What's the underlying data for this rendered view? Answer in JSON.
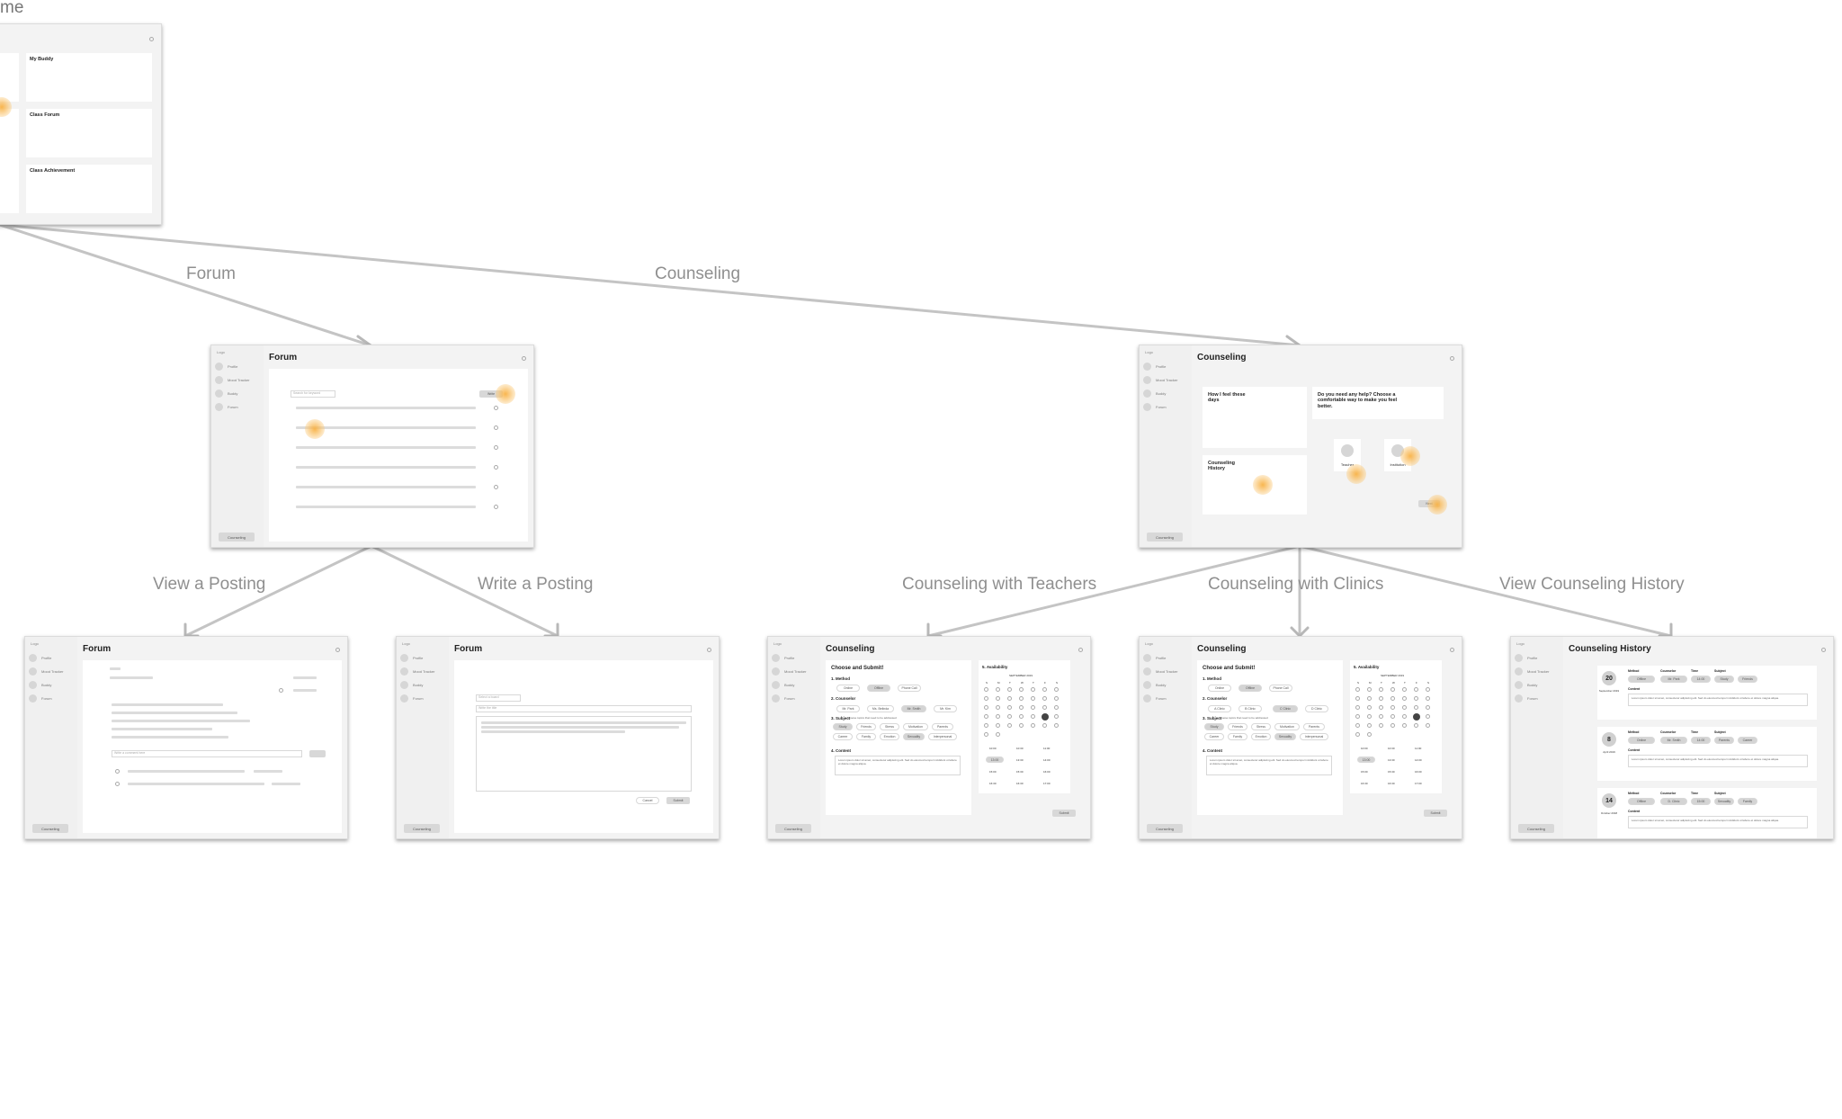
{
  "flows": [
    {
      "label": "Forum"
    },
    {
      "label": "Counseling"
    },
    {
      "label": "View a Posting"
    },
    {
      "label": "Write a Posting"
    },
    {
      "label": "Counseling with Teachers"
    },
    {
      "label": "Counseling with Clinics"
    },
    {
      "label": "View Counseling History"
    }
  ],
  "home": {
    "title_fragment": "me",
    "cards": [
      "My Buddy",
      "Class Forum",
      "Class Achievement"
    ]
  },
  "sidebar": {
    "logo": "Logo",
    "items": [
      "Profile",
      "Mood Tracker",
      "Buddy",
      "Forum"
    ],
    "button": "Counseling"
  },
  "forum": {
    "title": "Forum",
    "search_placeholder": "Search for keyword",
    "write_label": "Write"
  },
  "post_view": {
    "comment_placeholder": "Write a comment here"
  },
  "write_post": {
    "title_placeholder": "Select a board",
    "subject_placeholder": "Write the title",
    "cancel": "Cancel",
    "submit": "Submit"
  },
  "counseling": {
    "title": "Counseling",
    "feel_card": "How I feel these days",
    "help_card": "Do you need any help? Choose a comfortable way to make you feel better.",
    "history_card": "Counseling History",
    "teacher": "Teacher",
    "institution": "Institution",
    "next": "Next"
  },
  "booking": {
    "heading": "Choose and Submit!",
    "method_label": "1. Method",
    "methods": [
      "Online",
      "Offline",
      "Phone Call"
    ],
    "counselor_label": "2. Counselor",
    "teachers": [
      "Mr. Park",
      "Ms. Belinda",
      "Mr. Smith",
      "Mr. Kim"
    ],
    "clinics": [
      "A Clinic",
      "B Clinic",
      "C Clinic",
      "D Clinic"
    ],
    "subject_label": "3. Subject",
    "subject_hint": "Choose topics that need to be addressed",
    "subjects": [
      "Study",
      "Friends",
      "Stress",
      "Motivation",
      "Parents",
      "Career",
      "Family",
      "Emotion",
      "Sexuality",
      "Interpersonal"
    ],
    "content_label": "4. Content",
    "content_text": "Lorem ipsum dolor sit amet, consectetur adipiscing elit. Sed do eiusmod tempor incididunt ut labore et dolore magna aliqua.",
    "availability_label": "5. Availability",
    "month": "SEPTEMBER 2019",
    "weekdays": [
      "S",
      "M",
      "T",
      "W",
      "T",
      "F",
      "S"
    ],
    "times": [
      "10:00",
      "10:30",
      "11:00",
      "13:00",
      "13:30",
      "14:00",
      "15:00",
      "15:30",
      "16:00",
      "16:30",
      "16:30",
      "17:00"
    ],
    "submit": "Submit"
  },
  "history": {
    "title": "Counseling History",
    "col_labels": [
      "Method",
      "Counselor",
      "Time",
      "Subject"
    ],
    "content_label": "Content",
    "entries": [
      {
        "day": "20",
        "date": "September 2019",
        "method": "Offline",
        "counselor": "Mr. Park",
        "time": "14:00",
        "subjects": [
          "Study",
          "Friends"
        ]
      },
      {
        "day": "8",
        "date": "April 2019",
        "method": "Online",
        "counselor": "Mr. Smith",
        "time": "14:00",
        "subjects": [
          "Parents",
          "Career"
        ]
      },
      {
        "day": "14",
        "date": "October 2018",
        "method": "Offline",
        "counselor": "D. Clinic",
        "time": "15:00",
        "subjects": [
          "Sexuality",
          "Family"
        ]
      }
    ]
  }
}
